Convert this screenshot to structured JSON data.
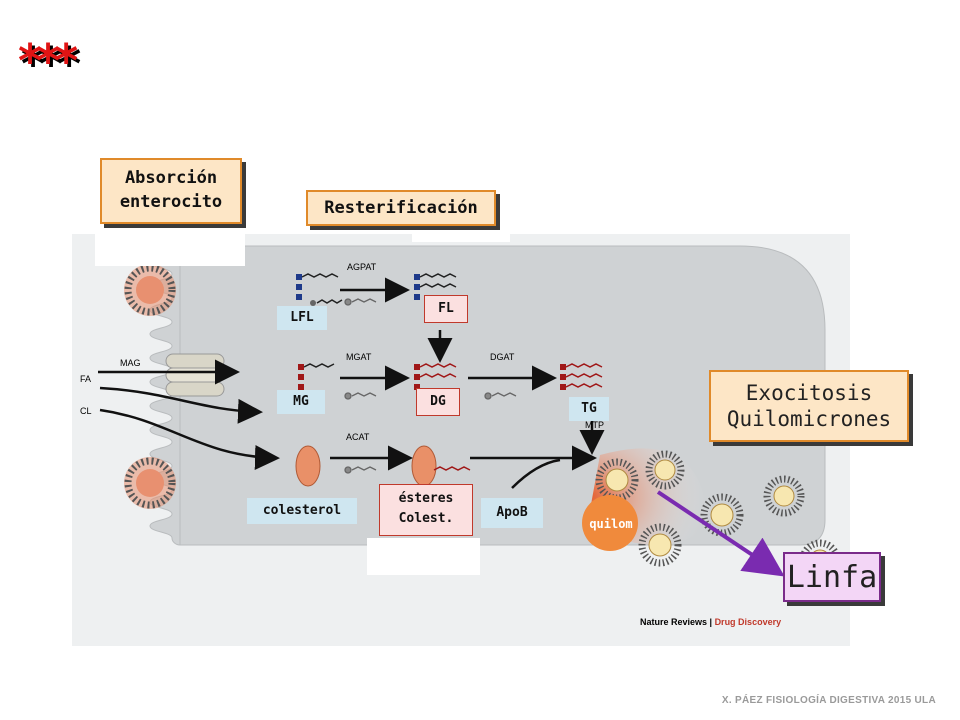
{
  "header": {
    "stars": "***"
  },
  "callouts": {
    "absorcion_line1": "Absorción",
    "absorcion_line2": "enterocito",
    "resterificacion": "Resterificación",
    "exocitosis_line1": "Exocitosis",
    "exocitosis_line2": "Quilomicrones",
    "linfa": "Linfa"
  },
  "labels": {
    "lfl": "LFL",
    "fl": "FL",
    "mg": "MG",
    "dg": "DG",
    "tg": "TG",
    "colesterol": "colesterol",
    "esteres_line1": "ésteres",
    "esteres_line2": "Colest.",
    "apob": "ApoB",
    "quilom": "quilom"
  },
  "diagram_text": {
    "agpat": "AGPAT",
    "mgat": "MGAT",
    "dgat": "DGAT",
    "acat": "ACAT",
    "mtp": "MTP",
    "mag": "MAG",
    "fa": "FA",
    "cl": "CL",
    "brand_left": "Nature Reviews",
    "brand_sep": " | ",
    "brand_right": "Drug Discovery"
  },
  "colors": {
    "accent_red": "#e01414",
    "callout_fill": "#fde6c6",
    "callout_border": "#e08a2a",
    "linfa_fill": "#f3d6f6",
    "linfa_border": "#7a2b8a",
    "chylomicron": "#e8521c"
  },
  "footer": {
    "credit": "X. PÁEZ   FISIOLOGÍA DIGESTIVA 2015  ULA"
  }
}
